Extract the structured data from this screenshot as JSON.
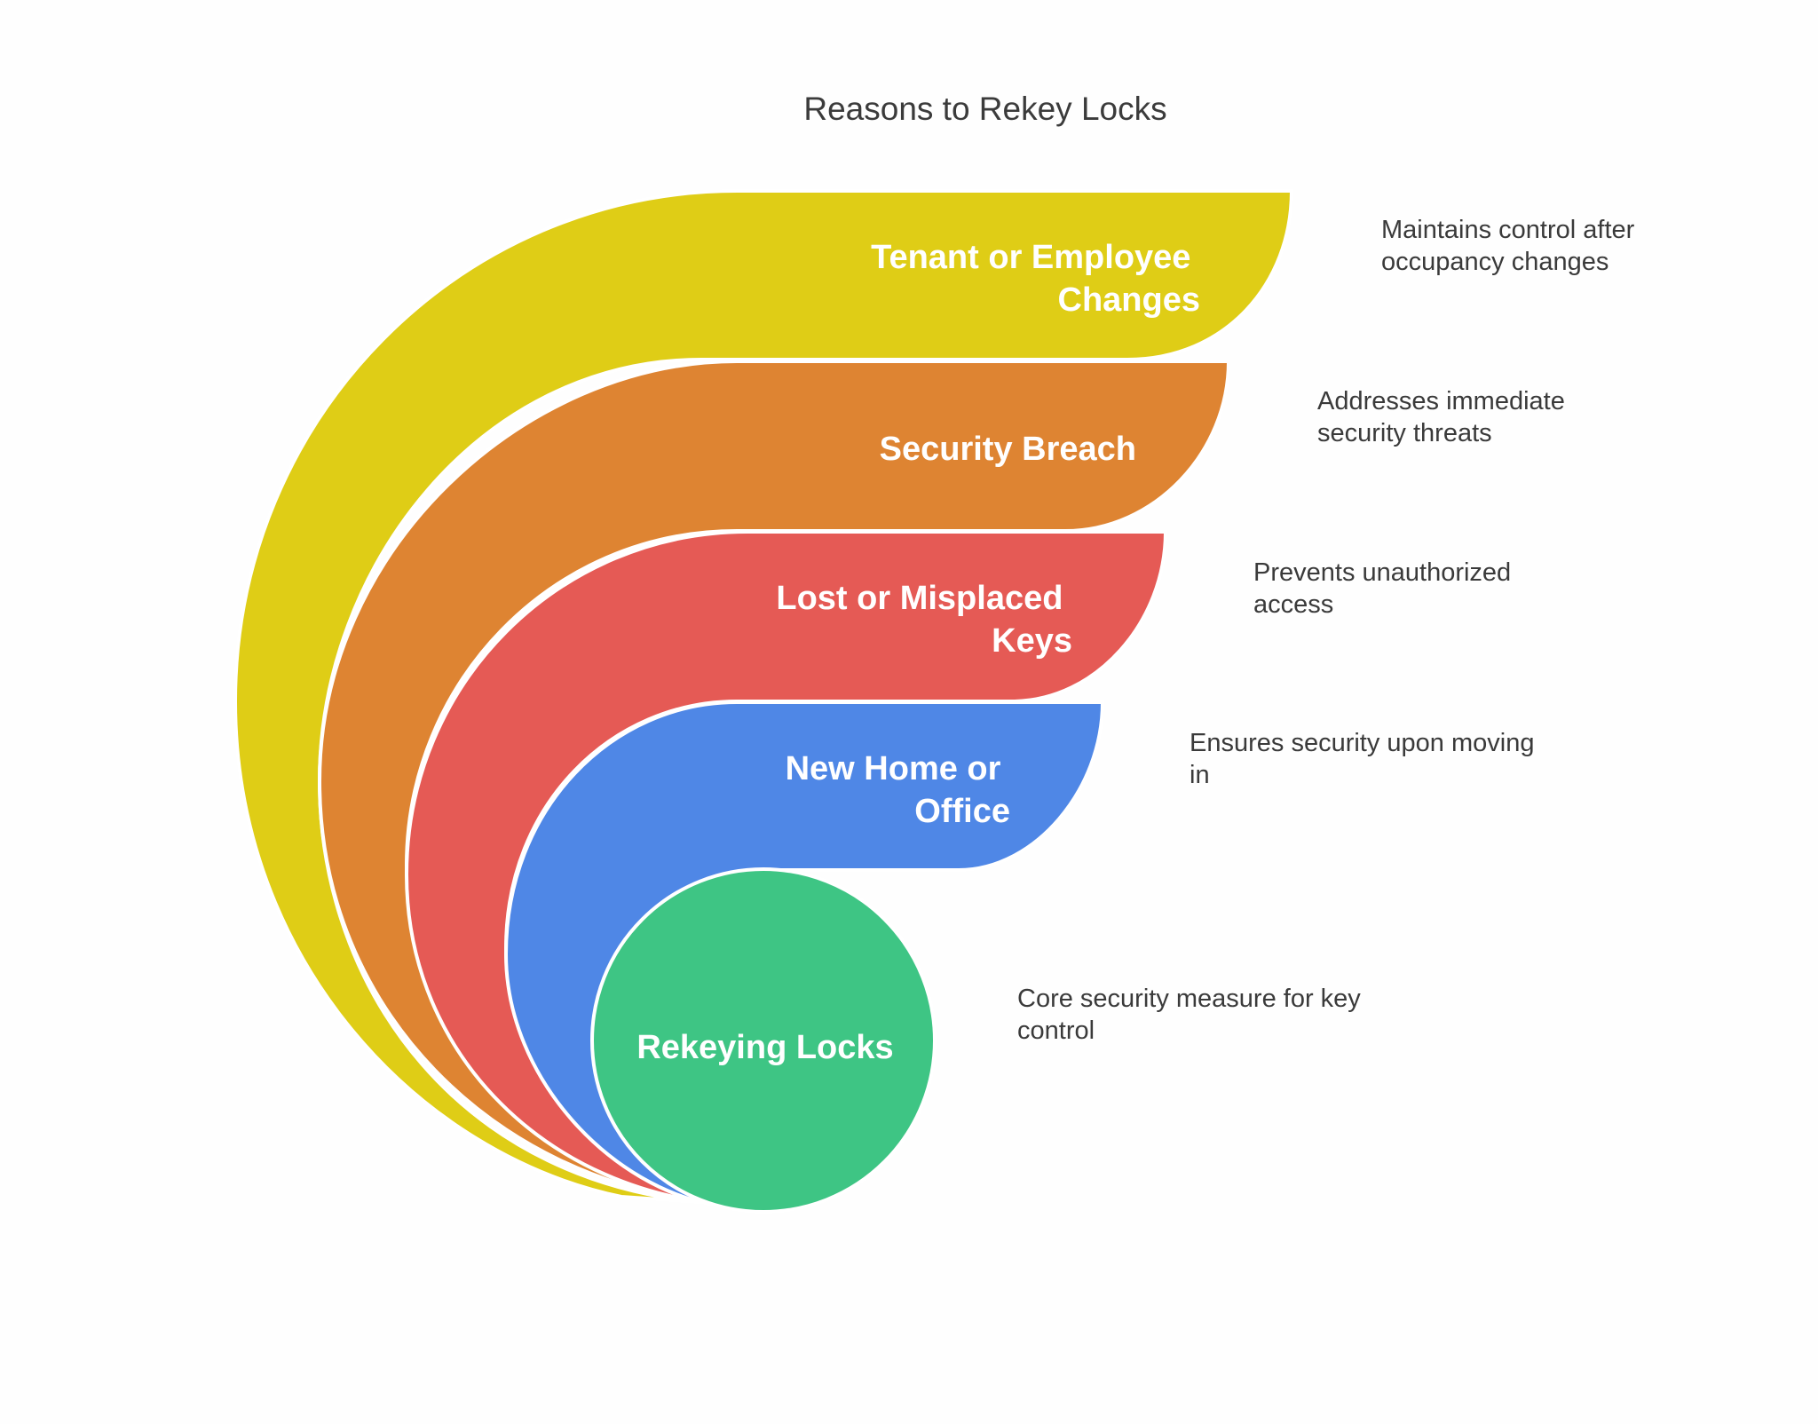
{
  "diagram": {
    "title": "Reasons to Rekey Locks",
    "colors": {
      "background": "#fefefe",
      "tenant_band": "#dfcd16",
      "breach_band": "#de8432",
      "lost_band": "#e55a55",
      "new_home_band": "#4f87e6",
      "core_circle": "#3ec584"
    },
    "layers": [
      {
        "label_lines": [
          "Tenant or Employee",
          "Changes"
        ],
        "description_lines": [
          "Maintains control after",
          "occupancy changes"
        ]
      },
      {
        "label_lines": [
          "Security Breach"
        ],
        "description_lines": [
          "Addresses immediate",
          "security threats"
        ]
      },
      {
        "label_lines": [
          "Lost or Misplaced",
          "Keys"
        ],
        "description_lines": [
          "Prevents unauthorized",
          "access"
        ]
      },
      {
        "label_lines": [
          "New Home or",
          "Office"
        ],
        "description_lines": [
          "Ensures security upon moving",
          "in"
        ]
      }
    ],
    "core": {
      "label": "Rekeying Locks",
      "description_lines": [
        "Core security measure for key",
        "control"
      ]
    }
  }
}
